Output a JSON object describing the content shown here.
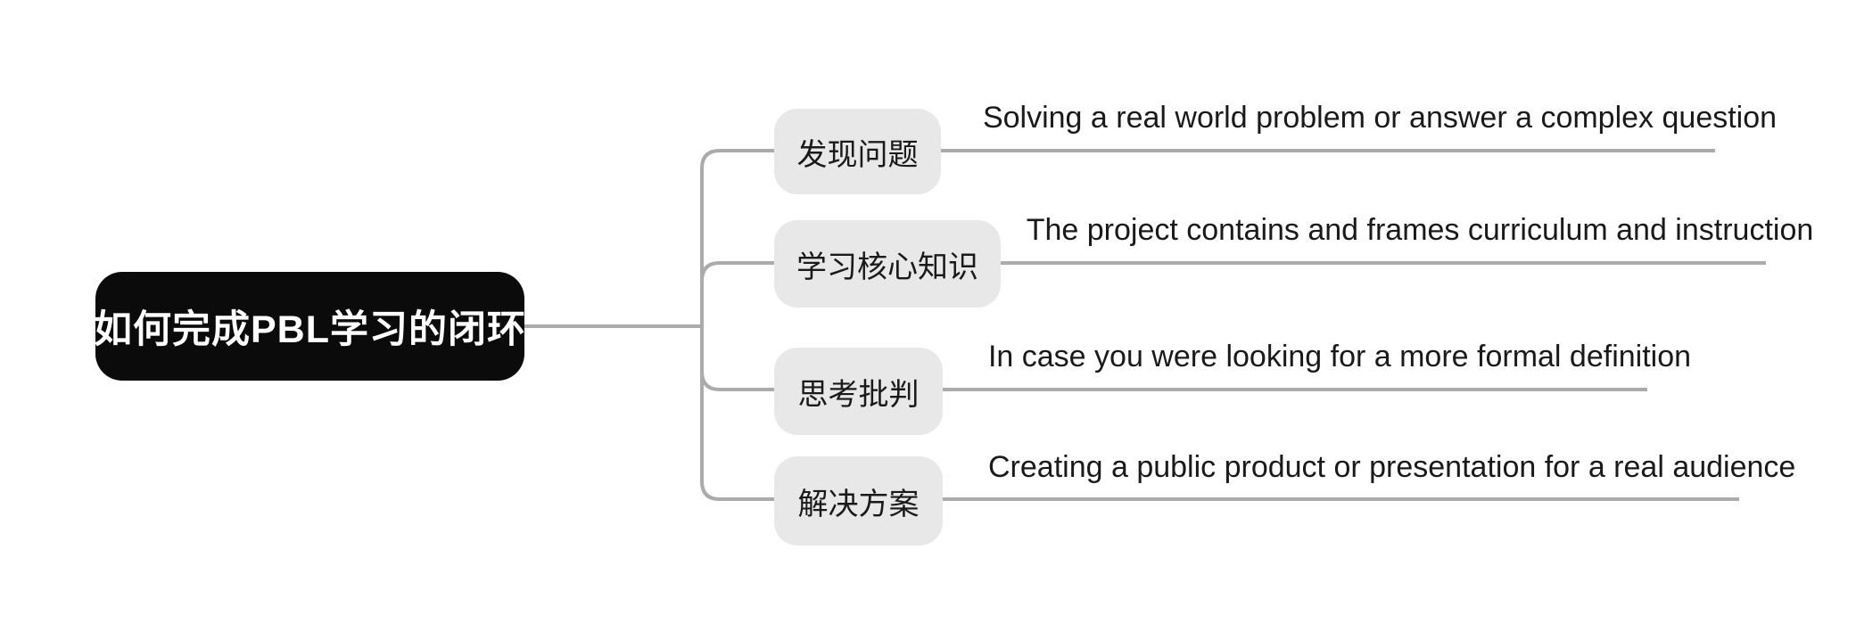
{
  "root": {
    "label": "如何完成PBL学习的闭环"
  },
  "branches": [
    {
      "topic": "发现问题",
      "detail": "Solving a real world problem or answer a complex question"
    },
    {
      "topic": "学习核心知识",
      "detail": "The project contains and frames curriculum and instruction"
    },
    {
      "topic": "思考批判",
      "detail": "In case you were looking for a more formal definition"
    },
    {
      "topic": "解决方案",
      "detail": "Creating a public product or presentation for a real audience"
    }
  ],
  "colors": {
    "canvas_bg": "#FFFFFF",
    "connector_line": "#ABABAB",
    "root_fill": "#0B0B0B",
    "root_text": "#FFFFFF",
    "topic_fill": "#E8E8E8",
    "text": "#1A1A1A"
  }
}
